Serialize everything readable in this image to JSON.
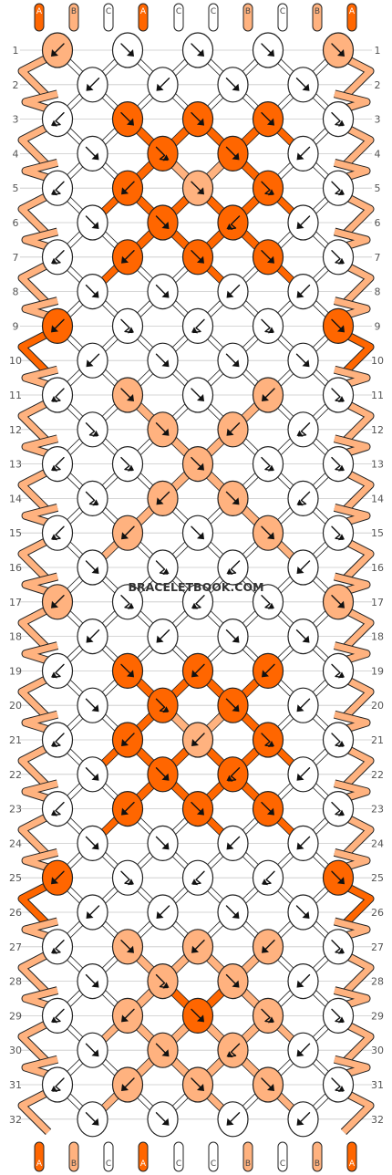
{
  "colors": {
    "A": "#ff6600",
    "B": "#ffb27f",
    "C": "#ffffff",
    "line_gray": "#c8c8c8",
    "outline": "#222222"
  },
  "threads": [
    "A",
    "B",
    "C",
    "A",
    "C",
    "C",
    "B",
    "C",
    "B",
    "A"
  ],
  "watermark": "BRACELETBOOK.COM",
  "row_numbers": [
    "1",
    "2",
    "3",
    "4",
    "5",
    "6",
    "7",
    "8",
    "9",
    "10",
    "11",
    "12",
    "13",
    "14",
    "15",
    "16",
    "17",
    "18",
    "19",
    "20",
    "21",
    "22",
    "23",
    "24",
    "25",
    "26",
    "27",
    "28",
    "29",
    "30",
    "31",
    "32"
  ],
  "knot_rows": [
    [
      {
        "c": "B",
        "a": "bl"
      },
      {
        "c": "C",
        "a": "br"
      },
      {
        "c": "C",
        "a": "br"
      },
      {
        "c": "C",
        "a": "br"
      },
      {
        "c": "B",
        "a": "br"
      }
    ],
    [
      {
        "c": "C",
        "a": "bl"
      },
      {
        "c": "C",
        "a": "bl"
      },
      {
        "c": "C",
        "a": "br"
      },
      {
        "c": "C",
        "a": "br"
      }
    ],
    [
      {
        "c": "C",
        "a": "flbl"
      },
      {
        "c": "A",
        "a": "br"
      },
      {
        "c": "A",
        "a": "br"
      },
      {
        "c": "A",
        "a": "br"
      },
      {
        "c": "C",
        "a": "frbr"
      }
    ],
    [
      {
        "c": "C",
        "a": "br"
      },
      {
        "c": "A",
        "a": "frbr"
      },
      {
        "c": "A",
        "a": "br"
      },
      {
        "c": "C",
        "a": "bl"
      }
    ],
    [
      {
        "c": "C",
        "a": "flbl"
      },
      {
        "c": "A",
        "a": "bl"
      },
      {
        "c": "B",
        "a": "br"
      },
      {
        "c": "A",
        "a": "frbr"
      },
      {
        "c": "C",
        "a": "frbr"
      }
    ],
    [
      {
        "c": "C",
        "a": "br"
      },
      {
        "c": "A",
        "a": "br"
      },
      {
        "c": "A",
        "a": "flbl"
      },
      {
        "c": "C",
        "a": "bl"
      }
    ],
    [
      {
        "c": "C",
        "a": "flbl"
      },
      {
        "c": "A",
        "a": "bl"
      },
      {
        "c": "A",
        "a": "br"
      },
      {
        "c": "A",
        "a": "br"
      },
      {
        "c": "C",
        "a": "frbr"
      }
    ],
    [
      {
        "c": "C",
        "a": "br"
      },
      {
        "c": "C",
        "a": "br"
      },
      {
        "c": "C",
        "a": "bl"
      },
      {
        "c": "C",
        "a": "bl"
      }
    ],
    [
      {
        "c": "A",
        "a": "bl"
      },
      {
        "c": "C",
        "a": "frbr"
      },
      {
        "c": "C",
        "a": "flbl"
      },
      {
        "c": "C",
        "a": "frbr"
      },
      {
        "c": "A",
        "a": "br"
      }
    ],
    [
      {
        "c": "C",
        "a": "bl"
      },
      {
        "c": "C",
        "a": "br"
      },
      {
        "c": "C",
        "a": "br"
      },
      {
        "c": "C",
        "a": "br"
      }
    ],
    [
      {
        "c": "C",
        "a": "flbl"
      },
      {
        "c": "B",
        "a": "br"
      },
      {
        "c": "C",
        "a": "br"
      },
      {
        "c": "B",
        "a": "bl"
      },
      {
        "c": "C",
        "a": "frbr"
      }
    ],
    [
      {
        "c": "C",
        "a": "frbr"
      },
      {
        "c": "B",
        "a": "br"
      },
      {
        "c": "B",
        "a": "bl"
      },
      {
        "c": "C",
        "a": "flbl"
      }
    ],
    [
      {
        "c": "C",
        "a": "flbl"
      },
      {
        "c": "C",
        "a": "frbr"
      },
      {
        "c": "B",
        "a": "br"
      },
      {
        "c": "C",
        "a": "frbr"
      },
      {
        "c": "C",
        "a": "frbr"
      }
    ],
    [
      {
        "c": "C",
        "a": "frbr"
      },
      {
        "c": "B",
        "a": "bl"
      },
      {
        "c": "B",
        "a": "br"
      },
      {
        "c": "C",
        "a": "flbl"
      }
    ],
    [
      {
        "c": "C",
        "a": "flbl"
      },
      {
        "c": "B",
        "a": "bl"
      },
      {
        "c": "C",
        "a": "br"
      },
      {
        "c": "B",
        "a": "br"
      },
      {
        "c": "C",
        "a": "frbr"
      }
    ],
    [
      {
        "c": "C",
        "a": "br"
      },
      {
        "c": "C",
        "a": "frbr"
      },
      {
        "c": "C",
        "a": "flbl"
      },
      {
        "c": "C",
        "a": "bl"
      }
    ],
    [
      {
        "c": "B",
        "a": "bl"
      },
      {
        "c": "C",
        "a": "frbr"
      },
      {
        "c": "C",
        "a": "flbl"
      },
      {
        "c": "C",
        "a": "frbr"
      },
      {
        "c": "B",
        "a": "br"
      }
    ],
    [
      {
        "c": "C",
        "a": "bl"
      },
      {
        "c": "C",
        "a": "bl"
      },
      {
        "c": "C",
        "a": "br"
      },
      {
        "c": "C",
        "a": "br"
      }
    ],
    [
      {
        "c": "C",
        "a": "flbl"
      },
      {
        "c": "A",
        "a": "br"
      },
      {
        "c": "A",
        "a": "bl"
      },
      {
        "c": "A",
        "a": "bl"
      },
      {
        "c": "C",
        "a": "frbr"
      }
    ],
    [
      {
        "c": "C",
        "a": "br"
      },
      {
        "c": "A",
        "a": "frbr"
      },
      {
        "c": "A",
        "a": "br"
      },
      {
        "c": "C",
        "a": "bl"
      }
    ],
    [
      {
        "c": "C",
        "a": "flbl"
      },
      {
        "c": "A",
        "a": "bl"
      },
      {
        "c": "B",
        "a": "bl"
      },
      {
        "c": "A",
        "a": "frbr"
      },
      {
        "c": "C",
        "a": "frbr"
      }
    ],
    [
      {
        "c": "C",
        "a": "br"
      },
      {
        "c": "A",
        "a": "br"
      },
      {
        "c": "A",
        "a": "flbl"
      },
      {
        "c": "C",
        "a": "bl"
      }
    ],
    [
      {
        "c": "C",
        "a": "flbl"
      },
      {
        "c": "A",
        "a": "bl"
      },
      {
        "c": "A",
        "a": "br"
      },
      {
        "c": "A",
        "a": "br"
      },
      {
        "c": "C",
        "a": "frbr"
      }
    ],
    [
      {
        "c": "C",
        "a": "br"
      },
      {
        "c": "C",
        "a": "br"
      },
      {
        "c": "C",
        "a": "bl"
      },
      {
        "c": "C",
        "a": "bl"
      }
    ],
    [
      {
        "c": "A",
        "a": "bl"
      },
      {
        "c": "C",
        "a": "frbr"
      },
      {
        "c": "C",
        "a": "flbl"
      },
      {
        "c": "C",
        "a": "flbl"
      },
      {
        "c": "A",
        "a": "br"
      }
    ],
    [
      {
        "c": "C",
        "a": "bl"
      },
      {
        "c": "C",
        "a": "bl"
      },
      {
        "c": "C",
        "a": "br"
      },
      {
        "c": "C",
        "a": "br"
      }
    ],
    [
      {
        "c": "C",
        "a": "flbl"
      },
      {
        "c": "B",
        "a": "br"
      },
      {
        "c": "B",
        "a": "bl"
      },
      {
        "c": "B",
        "a": "bl"
      },
      {
        "c": "C",
        "a": "frbr"
      }
    ],
    [
      {
        "c": "C",
        "a": "br"
      },
      {
        "c": "B",
        "a": "frbr"
      },
      {
        "c": "B",
        "a": "br"
      },
      {
        "c": "C",
        "a": "bl"
      }
    ],
    [
      {
        "c": "C",
        "a": "flbl"
      },
      {
        "c": "B",
        "a": "bl"
      },
      {
        "c": "A",
        "a": "br"
      },
      {
        "c": "B",
        "a": "frbr"
      },
      {
        "c": "C",
        "a": "frbr"
      }
    ],
    [
      {
        "c": "C",
        "a": "br"
      },
      {
        "c": "B",
        "a": "br"
      },
      {
        "c": "B",
        "a": "flbl"
      },
      {
        "c": "C",
        "a": "bl"
      }
    ],
    [
      {
        "c": "C",
        "a": "flbl"
      },
      {
        "c": "B",
        "a": "bl"
      },
      {
        "c": "B",
        "a": "br"
      },
      {
        "c": "B",
        "a": "br"
      },
      {
        "c": "C",
        "a": "frbr"
      }
    ],
    [
      {
        "c": "C",
        "a": "br"
      },
      {
        "c": "C",
        "a": "br"
      },
      {
        "c": "C",
        "a": "bl"
      },
      {
        "c": "C",
        "a": "bl"
      }
    ]
  ]
}
